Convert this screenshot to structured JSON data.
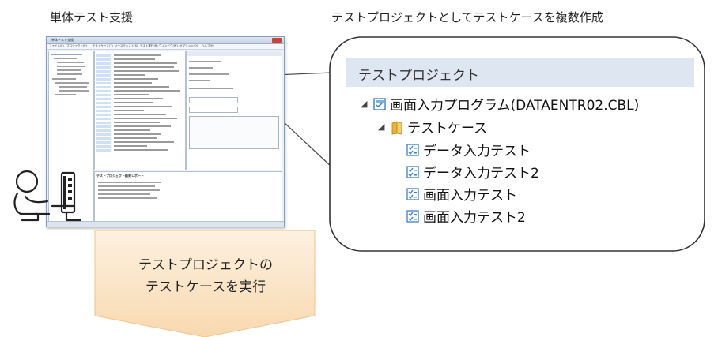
{
  "left_title": "単体テスト支援",
  "right_title": "テストプロジェクトとしてテストケースを複数作成",
  "screenshot": {
    "window_title": "単体テスト支援",
    "menu": [
      "ファイル(F)",
      "プロジェクト(P)",
      "テストケース(T)",
      "ソーステキスト(S)",
      "テスト実行(R)",
      "ウィンドウ(W)",
      "オプション(O)",
      "ヘルプ(H)"
    ],
    "bottom_heading": "テストプロジェクト結果レポート"
  },
  "zoom": {
    "header": "テストプロジェクト",
    "program": "画面入力プログラム(DATAENTR02.CBL)",
    "folder": "テストケース",
    "cases": [
      "データ入力テスト",
      "データ入力テスト2",
      "画面入力テスト",
      "画面入力テスト2"
    ]
  },
  "arrow": {
    "line1": "テストプロジェクトの",
    "line2": "テストケースを実行"
  },
  "colors": {
    "arrow_fill": "#fbe6cc",
    "arrow_stroke": "#f0c48e",
    "header_fill": "#dde6f1",
    "check_icon": "#3f7fc4",
    "folder": "#e8b33a"
  },
  "icons": [
    "person-at-computer-icon",
    "program-icon",
    "folder-icon",
    "test-case-icon",
    "expand-triangle-icon"
  ]
}
